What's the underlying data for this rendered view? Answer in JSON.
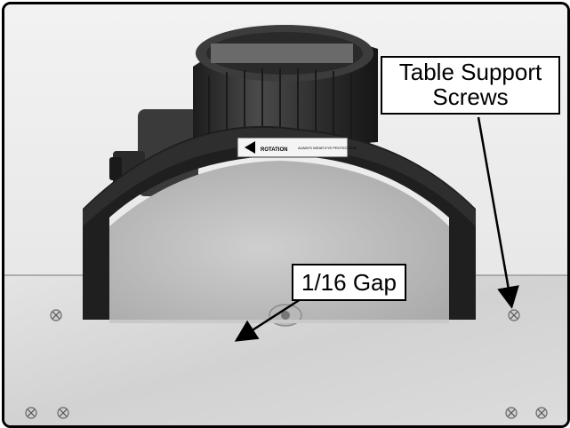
{
  "callouts": {
    "table_support_screws": {
      "line1": "Table Support",
      "line2": "Screws"
    },
    "gap": {
      "label": "1/16 Gap"
    }
  },
  "motor_labels": {
    "rotation": "ROTATION",
    "warning": "ALWAYS WEAR EYE PROTECTION"
  },
  "colors": {
    "frame_border": "#000000",
    "table_plate": "#d8d8d8",
    "disc": "#bdbdbd",
    "motor_body": "#2b2b2b",
    "dust_guard": "#1f1f1f"
  }
}
